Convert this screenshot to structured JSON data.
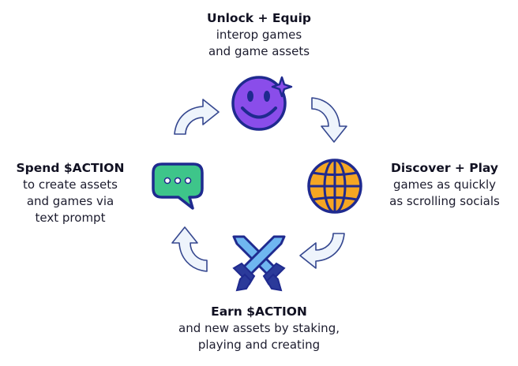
{
  "colors": {
    "purple": "#8a4dea",
    "purple_dark": "#1f2a8f",
    "orange": "#f5a623",
    "blue_light": "#6fb6f0",
    "green": "#3ec58a",
    "arrow_fill": "#eef4fc",
    "arrow_stroke": "#35478f"
  },
  "nodes": {
    "top": {
      "title": "Unlock + Equip",
      "line1": "interop games",
      "line2": "and game assets",
      "icon": "smiley-sparkle-icon"
    },
    "right": {
      "title": "Discover + Play",
      "line1": "games as quickly",
      "line2": "as scrolling socials",
      "icon": "globe-icon"
    },
    "bottom": {
      "title": "Earn $ACTION",
      "line1": "and new assets by staking,",
      "line2": "playing and creating",
      "icon": "crossed-swords-icon"
    },
    "left": {
      "title": "Spend $ACTION",
      "line1": "to create assets",
      "line2": "and games via",
      "line3": "text prompt",
      "icon": "chat-bubble-icon"
    }
  }
}
